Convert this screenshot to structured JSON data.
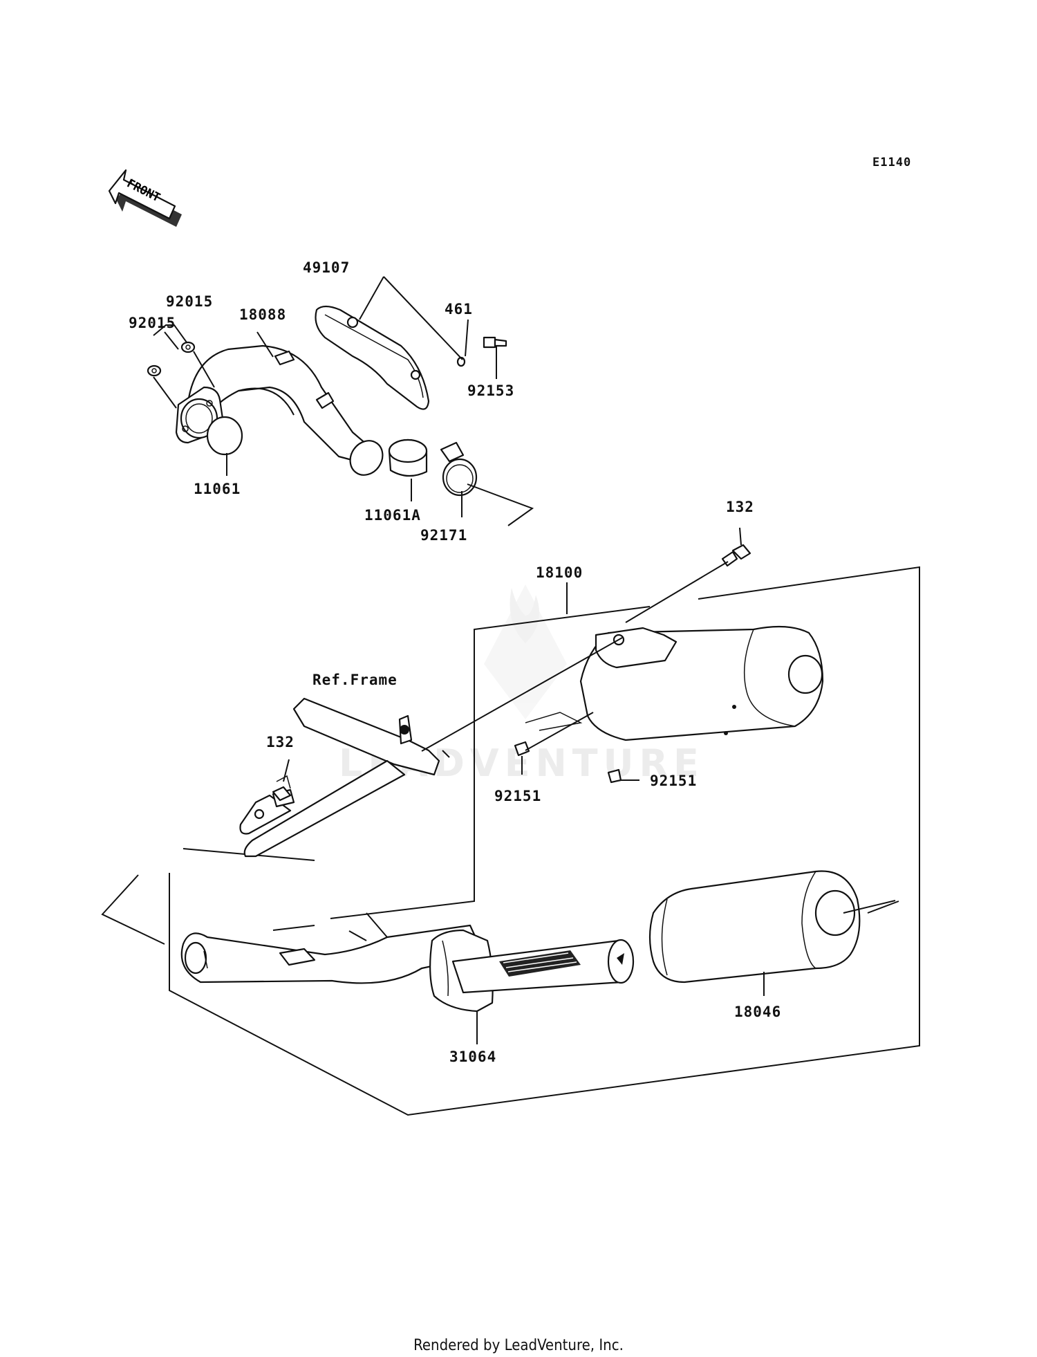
{
  "diagram_code": "E1140",
  "front_arrow_text": "FRONT",
  "watermark": "LEADVENTURE",
  "footer": "Rendered by LeadVenture, Inc.",
  "labels": {
    "p49107": "49107",
    "p461": "461",
    "p92015a": "92015",
    "p92015b": "92015",
    "p18088": "18088",
    "p92153": "92153",
    "p11061": "11061",
    "p11061A": "11061A",
    "p92171": "92171",
    "p132a": "132",
    "p18100": "18100",
    "refframe": "Ref.Frame",
    "p132b": "132",
    "p92151a": "92151",
    "p92151b": "92151",
    "p18046": "18046",
    "p31064": "31064"
  }
}
